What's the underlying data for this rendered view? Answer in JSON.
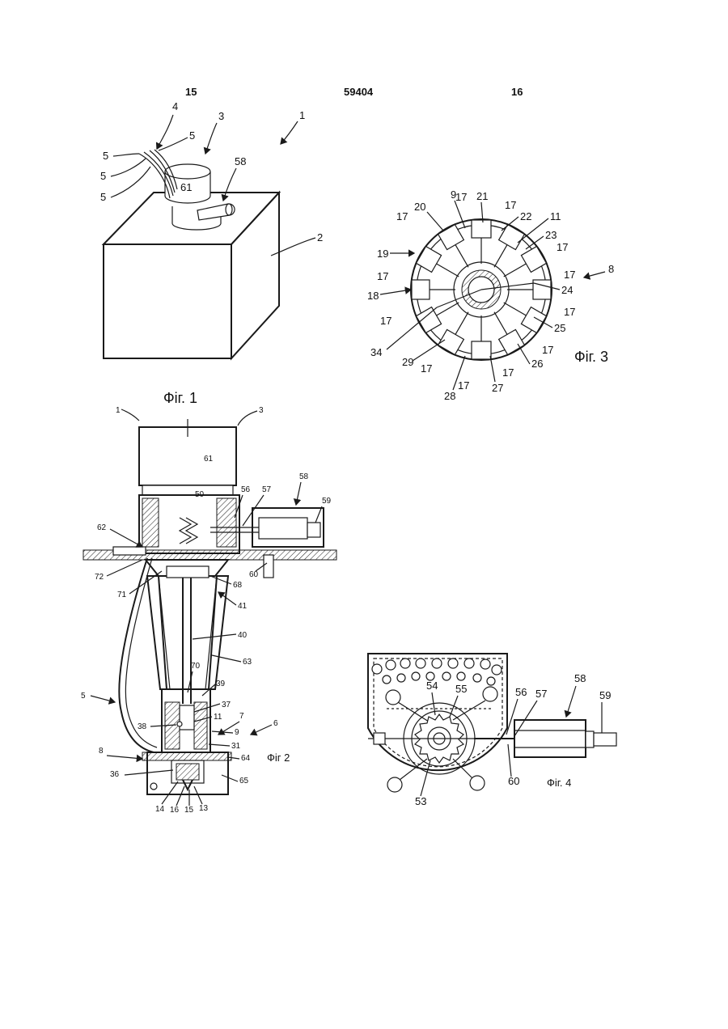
{
  "header": {
    "page_left": "15",
    "patent_number": "59404",
    "page_right": "16"
  },
  "fig1": {
    "caption": "Фіг. 1",
    "labels": {
      "l1": "1",
      "l2": "2",
      "l3": "3",
      "l4": "4",
      "l5a": "5",
      "l5b": "5",
      "l5c": "5",
      "l5d": "5",
      "l58": "58",
      "l61": "61"
    }
  },
  "fig3": {
    "caption": "Фіг. 3",
    "labels": {
      "l8": "8",
      "l9": "9",
      "l11": "11",
      "l17a": "17",
      "l17b": "17",
      "l17c": "17",
      "l17d": "17",
      "l17e": "17",
      "l17f": "17",
      "l17g": "17",
      "l17h": "17",
      "l17i": "17",
      "l17j": "17",
      "l17k": "17",
      "l17l": "17",
      "l18": "18",
      "l19": "19",
      "l20": "20",
      "l21": "21",
      "l22": "22",
      "l23": "23",
      "l24": "24",
      "l25": "25",
      "l26": "26",
      "l27": "27",
      "l28": "28",
      "l29": "29",
      "l34": "34"
    }
  },
  "fig2": {
    "caption": "Фіг 2",
    "labels": {
      "l1": "1",
      "l3": "3",
      "l5": "5",
      "l6": "6",
      "l7": "7",
      "l8": "8",
      "l9": "9",
      "l11": "11",
      "l13": "13",
      "l14": "14",
      "l15": "15",
      "l16": "16",
      "l31": "31",
      "l36": "36",
      "l37": "37",
      "l38": "38",
      "l39": "39",
      "l40": "40",
      "l41": "41",
      "l50": "50",
      "l56": "56",
      "l57": "57",
      "l58": "58",
      "l59": "59",
      "l60": "60",
      "l61": "61",
      "l62": "62",
      "l63": "63",
      "l64": "64",
      "l65": "65",
      "l68": "68",
      "l70": "70",
      "l71": "71",
      "l72": "72"
    }
  },
  "fig4": {
    "caption": "Фіг. 4",
    "labels": {
      "l53": "53",
      "l54": "54",
      "l55": "55",
      "l56": "56",
      "l57": "57",
      "l58": "58",
      "l59": "59",
      "l60": "60"
    }
  }
}
